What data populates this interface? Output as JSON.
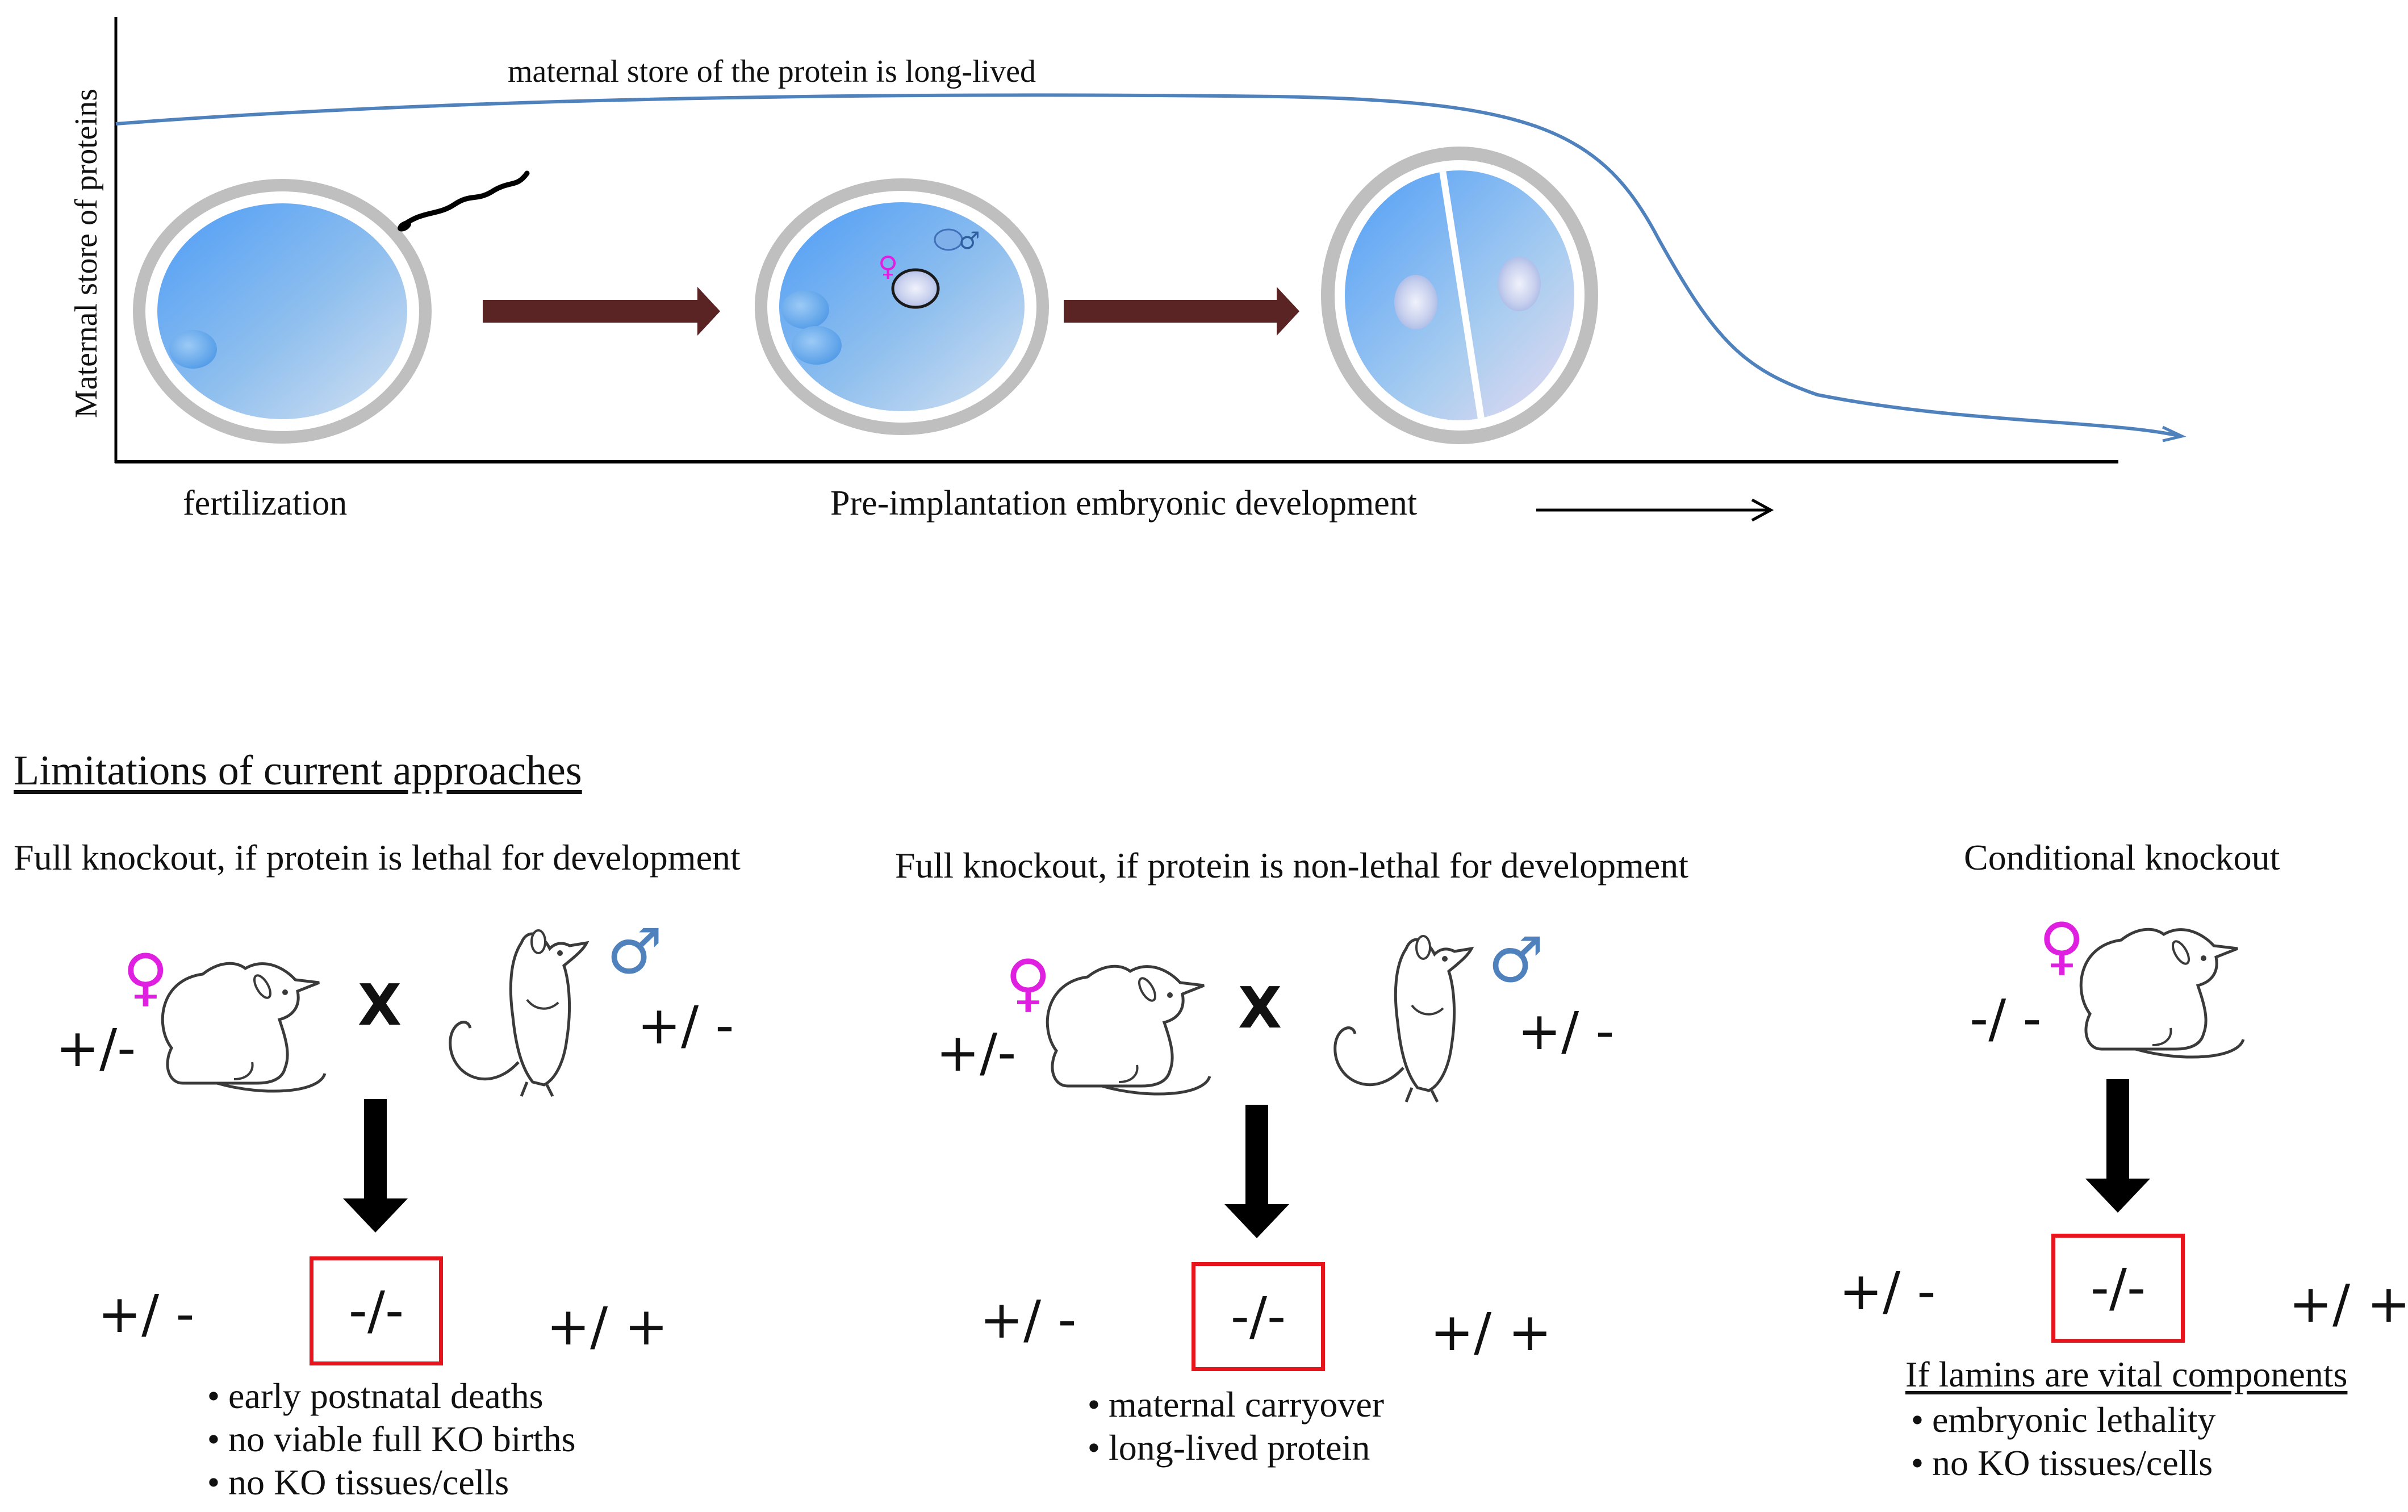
{
  "top_panel": {
    "y_axis_label": "Maternal store of proteins",
    "curve_annotation": "maternal store of the protein is long-lived",
    "x_start_label": "fertilization",
    "x_axis_label": "Pre-implantation embryonic development",
    "stages": [
      "oocyte with sperm",
      "zygote with pronuclei",
      "two-cell embryo"
    ],
    "colors": {
      "curve": "#4f81bd",
      "stage_arrow": "#5a2424",
      "zona": "#bfbfbf",
      "cytoplasm": "#5aa4f5"
    }
  },
  "bottom_panel": {
    "heading": "Limitations of current approaches",
    "female_symbol": "♀",
    "male_symbol": "♂",
    "columns": [
      {
        "title": "Full knockout, if protein is lethal for development",
        "cross": "X",
        "female_genotype": "+/-",
        "male_genotype": "+/ -",
        "offspring": [
          "+/ -",
          "-/-",
          "+/ +"
        ],
        "notes": [
          "early postnatal deaths",
          "no viable full KO births",
          "no KO tissues/cells"
        ]
      },
      {
        "title": "Full knockout, if protein is non-lethal for development",
        "cross": "X",
        "female_genotype": "+/-",
        "male_genotype": "+/ -",
        "offspring": [
          "+/ -",
          "-/-",
          "+/ +"
        ],
        "notes": [
          "maternal carryover",
          "long-lived protein"
        ]
      },
      {
        "title": "Conditional knockout",
        "female_genotype": "-/ -",
        "offspring": [
          "+/ -",
          "-/-",
          "+/ +"
        ],
        "notes_heading": "If lamins are vital components",
        "notes": [
          "embryonic lethality",
          "no KO tissues/cells"
        ]
      }
    ],
    "colors": {
      "highlight_box": "#e8141c",
      "female": "#e020e0",
      "male": "#4f81bd"
    }
  }
}
